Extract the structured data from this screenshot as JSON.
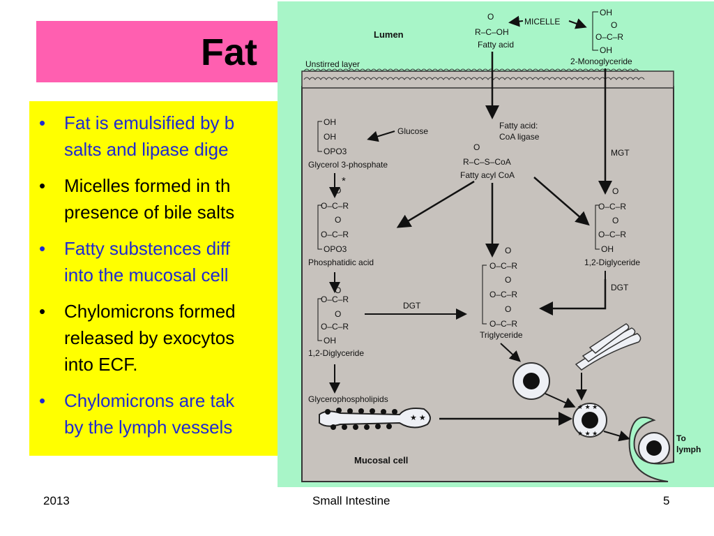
{
  "title": "Fat",
  "bullets": [
    {
      "lines": [
        "Fat is emulsified by b",
        "salts and lipase dige"
      ],
      "color": "blue"
    },
    {
      "lines": [
        "Micelles formed in th",
        "presence of bile salts"
      ],
      "color": "black"
    },
    {
      "lines": [
        "Fatty substences diff",
        "into the mucosal cell"
      ],
      "color": "blue"
    },
    {
      "lines": [
        "Chylomicrons formed",
        "released by exocytos",
        "into ECF."
      ],
      "color": "black"
    },
    {
      "lines": [
        "Chylomicrons are tak",
        "by the lymph vessels"
      ],
      "color": "blue"
    }
  ],
  "figure": {
    "lumen": "Lumen",
    "unstirred_layer": "Unstirred layer",
    "micelle": "MICELLE",
    "fatty_acid": "Fatty acid",
    "monoglyceride": "2-Monoglyceride",
    "glucose": "Glucose",
    "fatty_acid_coa_ligase_1": "Fatty acid:",
    "fatty_acid_coa_ligase_2": "CoA ligase",
    "mgt": "MGT",
    "glycerol_3_phosphate": "Glycerol 3-phosphate",
    "fatty_acyl_coa_formula": "R–C–S–CoA",
    "fatty_acyl_coa": "Fatty acyl CoA",
    "phosphatidic_acid": "Phosphatidic acid",
    "diglyceride_right": "1,2-Diglyceride",
    "dgt_right": "DGT",
    "dgt_left": "DGT",
    "triglyceride": "Triglyceride",
    "diglyceride_left": "1,2-Diglyceride",
    "glycerophospholipids": "Glycerophospholipids",
    "mucosal_cell": "Mucosal cell",
    "to_lymph_1": "To",
    "to_lymph_2": "lymph",
    "oh": "OH",
    "o": "O",
    "opo3": "OPO3",
    "ocr": "O–C–R",
    "rcoh": "R–C–OH",
    "asterisk": "*"
  },
  "footer": {
    "year": "2013",
    "center": "Small Intestine",
    "page": "5"
  },
  "colors": {
    "title_bar": "#ff5fb0",
    "bullet_box": "#ffff00",
    "blue_text": "#1f2ad1",
    "figure_bg": "#a8f5c8",
    "cell": "#c7c2bd"
  }
}
